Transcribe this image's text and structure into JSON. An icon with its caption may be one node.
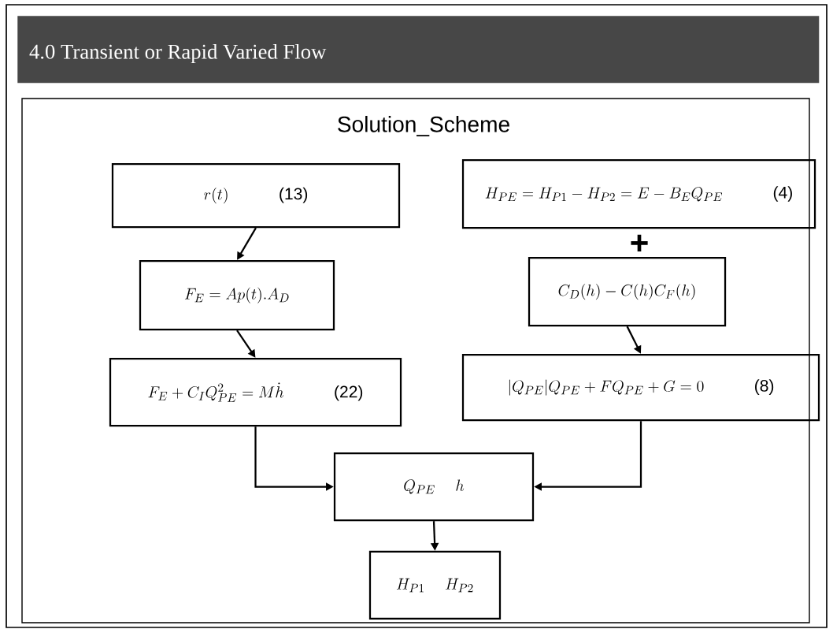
{
  "diagram": {
    "title": "4.0 Transient or Rapid Varied Flow",
    "nodes": [
      {
        "text": [
          "r(t)",
          "(13)"
        ]
      },
      {
        "text": [
          "F_{E} = Ap(t).A_{D}"
        ]
      },
      {
        "text": [
          "F_{E} + C_{I} Q_{PE}^{2} = M\\dot{h}",
          "(22)"
        ]
      },
      {
        "text": [
          "H_{PE} = H_{P1} - H_{P2} = E - B_{E} Q_{PE}",
          "(4)"
        ]
      },
      {
        "text": [
          "C_{D}(h) - C(h) C_{F}(h)"
        ]
      },
      {
        "text": [
          "|Q_{PE}| Q_{PE} + F Q_{PE} + G = 0",
          "(8)"
        ]
      },
      {
        "text": [
          "Q_{PE}",
          "h"
        ]
      },
      {
        "text": [
          "H_{P1}",
          "H_{P2}"
        ]
      }
    ],
    "edges": [
      {
        "from": 0,
        "to": 1,
        "arrow": "to"
      },
      {
        "from": 1,
        "to": 2,
        "arrow": "to"
      },
      {
        "from": 4,
        "to": 5,
        "arrow": "to"
      },
      {
        "from": 2,
        "to": 6,
        "arrow": "to"
      },
      {
        "from": 5,
        "to": 6,
        "arrow": "to"
      },
      {
        "from": 6,
        "to": 7,
        "arrow": "to"
      }
    ],
    "labels": [
      "Solution_Scheme",
      "+"
    ]
  }
}
